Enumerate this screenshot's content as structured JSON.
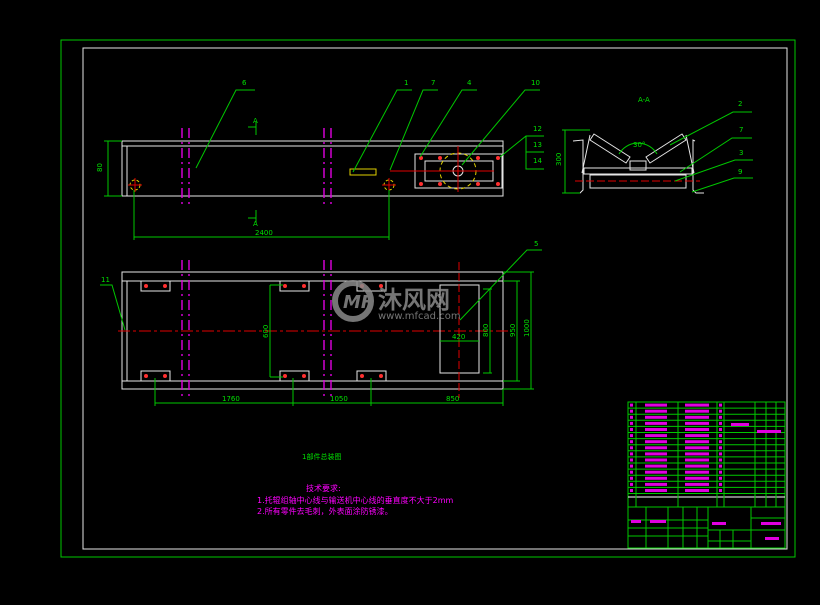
{
  "drawing": {
    "section_title": "A-A",
    "section_mark": "A",
    "top_view_labels": [
      "6",
      "1",
      "7",
      "4",
      "10",
      "12",
      "13",
      "14"
    ],
    "plan_view_labels": [
      "11",
      "5"
    ],
    "section_labels": [
      "2",
      "7",
      "3",
      "9"
    ],
    "dimensions": {
      "top_height": "80",
      "top_length": "2400",
      "plan_d1": "1760",
      "plan_d2": "1050",
      "plan_d3": "850",
      "plan_inner": "600",
      "plan_box_width": "420",
      "plan_h1": "800",
      "plan_h2": "950",
      "plan_h3": "1000",
      "section_height": "300",
      "section_angle": "30°"
    },
    "caption": "1部件总装图",
    "notes_title": "技术要求:",
    "notes": [
      "1.托辊组轴中心线与输送机中心线的垂直度不大于2mm",
      "2.所有零件去毛刺，外表面涂防锈漆。"
    ]
  },
  "watermark": {
    "brand": "沐风网",
    "url": "www.mfcad.com"
  },
  "colors": {
    "frame": "#00c800",
    "text": "#ff00ff",
    "center": "#e00000",
    "outline": "#e6e6e6"
  }
}
